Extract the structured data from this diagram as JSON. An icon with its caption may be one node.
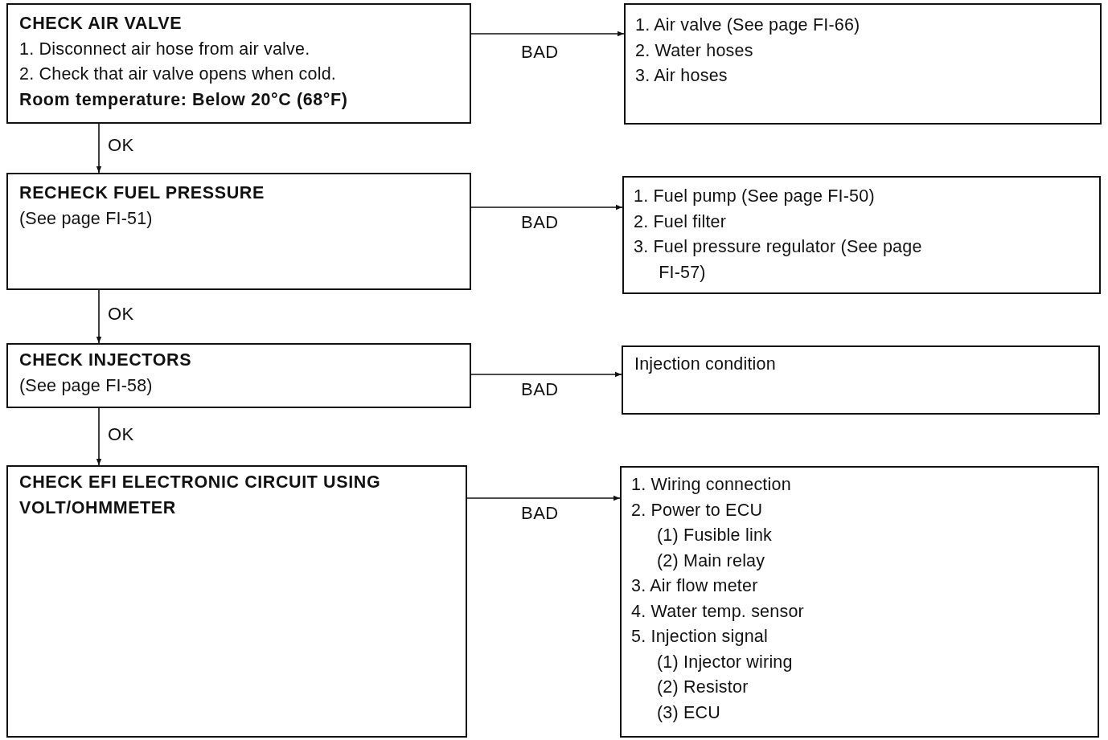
{
  "diagram": {
    "nodes": [
      {
        "text": [
          "CHECK AIR VALVE",
          "1. Disconnect air hose from air valve.",
          "2. Check that air valve opens when cold.",
          "Room temperature: Below 20°C (68°F)"
        ]
      },
      {
        "text": [
          "1. Air valve (See page FI-66)",
          "2. Water hoses",
          "3. Air hoses"
        ]
      },
      {
        "text": [
          "RECHECK FUEL PRESSURE",
          "(See page FI-51)"
        ]
      },
      {
        "text": [
          "1. Fuel pump (See page FI-50)",
          "2. Fuel filter",
          "3. Fuel pressure regulator (See page FI-57)"
        ]
      },
      {
        "text": [
          "CHECK INJECTORS",
          "(See page FI-58)"
        ]
      },
      {
        "text": [
          "Injection condition"
        ]
      },
      {
        "text": [
          "CHECK EFI ELECTRONIC CIRCUIT USING VOLT/OHMMETER"
        ]
      },
      {
        "text": [
          "1. Wiring connection",
          "2. Power to ECU",
          "(1) Fusible link",
          "(2) Main relay",
          "3. Air flow meter",
          "4. Water temp. sensor",
          "5. Injection signal",
          "(1) Injector wiring",
          "(2) Resistor",
          "(3) ECU"
        ]
      }
    ],
    "edges": [
      {
        "from": 0,
        "to": 1,
        "arrow": "to",
        "label": "BAD"
      },
      {
        "from": 0,
        "to": 2,
        "arrow": "to",
        "label": "OK"
      },
      {
        "from": 2,
        "to": 3,
        "arrow": "to",
        "label": "BAD"
      },
      {
        "from": 2,
        "to": 4,
        "arrow": "to",
        "label": "OK"
      },
      {
        "from": 4,
        "to": 5,
        "arrow": "to",
        "label": "BAD"
      },
      {
        "from": 4,
        "to": 6,
        "arrow": "to",
        "label": "OK"
      },
      {
        "from": 6,
        "to": 7,
        "arrow": "to",
        "label": "BAD"
      }
    ]
  }
}
